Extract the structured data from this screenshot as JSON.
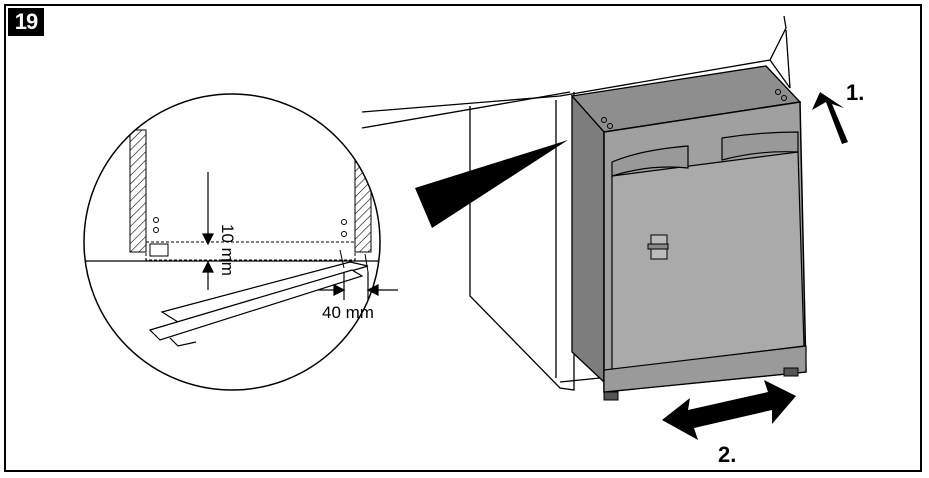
{
  "figure": {
    "number": "19",
    "step_1": "1.",
    "step_2": "2.",
    "dim_vertical": "10 mm",
    "dim_horizontal": "40 mm",
    "color_device": "#a0a0a0",
    "color_device_dark": "#7d7d7d",
    "color_line": "#000000"
  }
}
